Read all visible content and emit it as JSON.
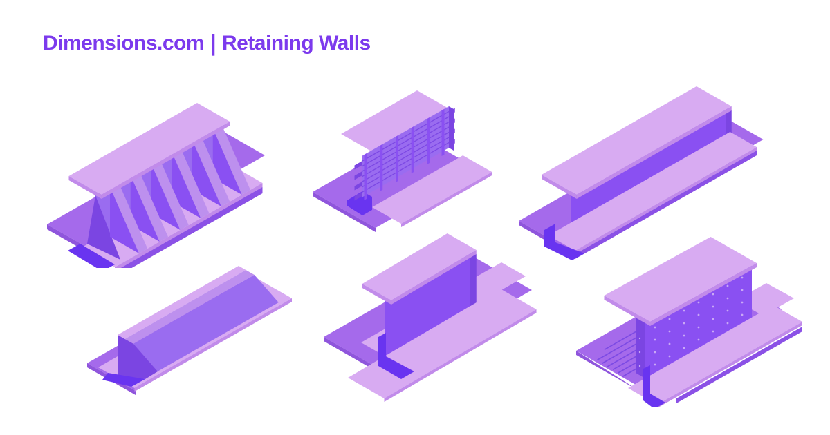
{
  "header": {
    "brand": "Dimensions.com",
    "separator": "|",
    "section": "Retaining Walls"
  },
  "palette": {
    "title": "#7C3AED",
    "background": "#FFFFFF",
    "light": "#D8ABF2",
    "light-edge": "#C18BEA",
    "ground": "#A56AEB",
    "ground-dark": "#8F55DC",
    "wall": "#9A6CF0",
    "wall-vivid": "#8A50F2",
    "wall-dark": "#7B45E2",
    "shadow": "#6934F0",
    "stripe": "#8B51E6",
    "slope-strip": "#BD90EE",
    "dot": "#C9A8F5",
    "tie-line": "#7C4AE4",
    "log-gap": "#7C48E4"
  },
  "illustrations": [
    {
      "name": "counterfort-retaining-wall"
    },
    {
      "name": "crib-retaining-wall"
    },
    {
      "name": "cantilever-retaining-wall"
    },
    {
      "name": "gravity-retaining-wall"
    },
    {
      "name": "sheet-pile-retaining-wall"
    },
    {
      "name": "anchored-retaining-wall"
    }
  ]
}
